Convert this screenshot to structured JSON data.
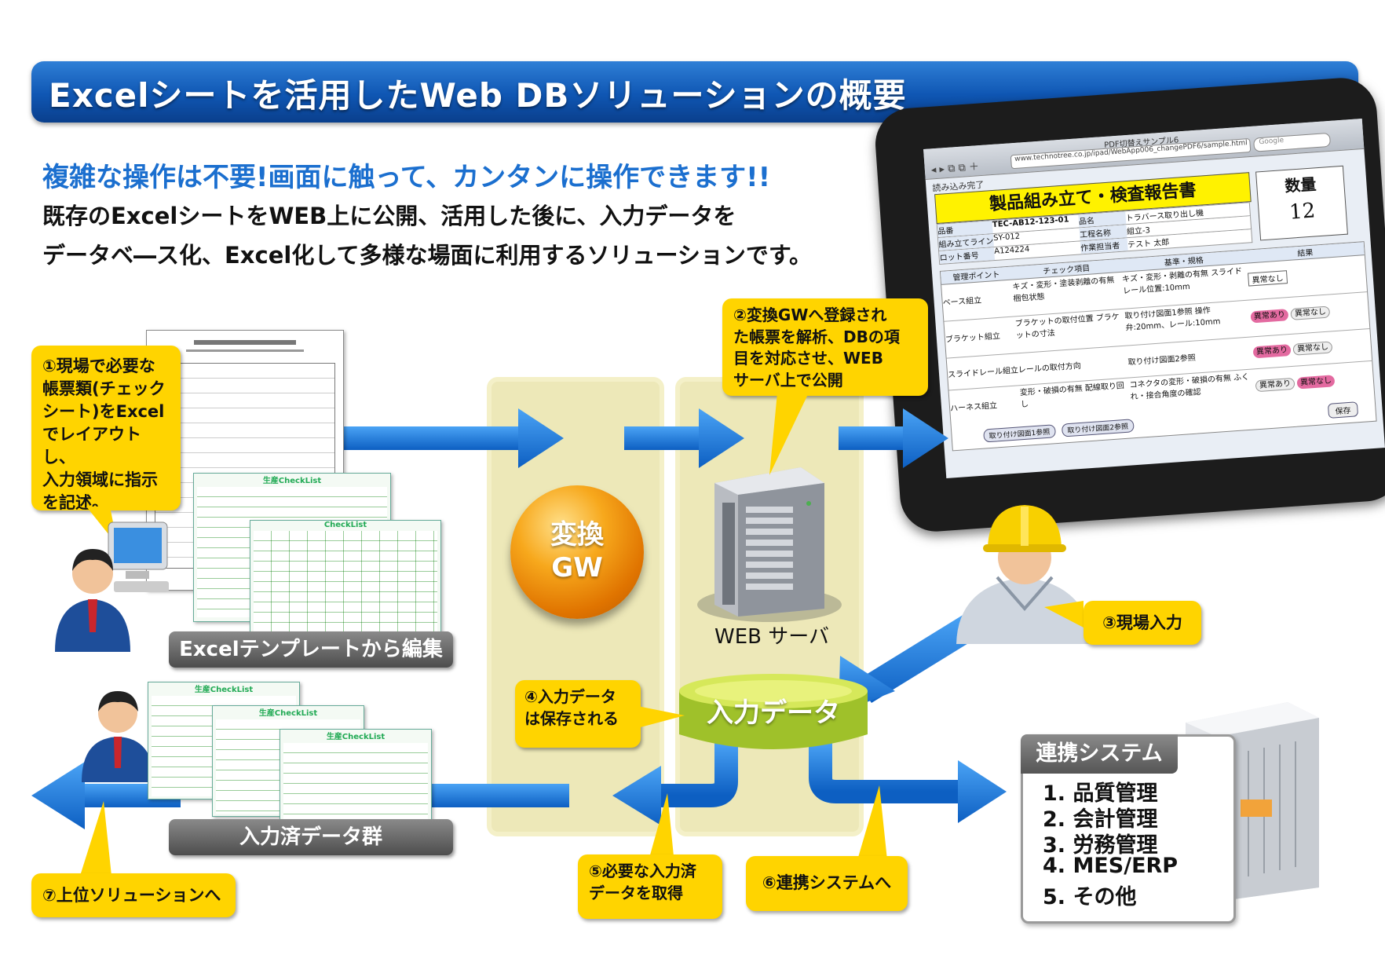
{
  "title": "Excelシートを活用したWeb DBソリューションの概要",
  "headline": "複雑な操作は不要!画面に触って、カンタンに操作できます!!",
  "description": {
    "line1": "既存のExcelシートをWEB上に公開、活用した後に、入力データを",
    "line2": "データベ―ス化、Excel化して多様な場面に利用するソリューションです。"
  },
  "callouts": {
    "step1": [
      "①現場で必要な",
      "帳票類(チェック",
      "シート)をExcel",
      "でレイアウトし、",
      "入力領域に指示",
      "を記述。"
    ],
    "step2": [
      "②変換GWへ登録され",
      "た帳票を解析、DBの項",
      "目を対応させ、WEB",
      "サーバ上で公開"
    ],
    "step3": "③現場入力",
    "step4": [
      "④入力データ",
      "は保存される"
    ],
    "step5": [
      "⑤必要な入力済",
      "データを取得"
    ],
    "step6": "⑥連携システムへ",
    "step7": "⑦上位ソリューションへ"
  },
  "labels": {
    "excel_template": "Excelテンプレートから編集",
    "input_done": "入力済データ群",
    "gw": [
      "変換",
      "GW"
    ],
    "web_server": "WEB サーバ",
    "input_data": "入力データ"
  },
  "linked_system": {
    "title": "連携システム",
    "items": [
      "1. 品質管理",
      "2. 会計管理",
      "3. 労務管理",
      "4. MES/ERP",
      "5. その他"
    ]
  },
  "tablet_screen": {
    "page_title": "PDF切替えサンプル6",
    "url": "www.technotree.co.jp/ipad/WebApp006_changePDF6/sample.html",
    "search": "Google",
    "loaded": "読み込み完了",
    "report_title": "製品組み立て・検査報告書",
    "qty_label": "数量",
    "qty_value": "12",
    "fields": [
      {
        "label": "品番",
        "value": "TEC-AB12-123-01",
        "label2": "品名",
        "value2": "トラバース取り出し機"
      },
      {
        "label": "組み立てライン",
        "value": "SY-012",
        "label2": "工程名称",
        "value2": "組立-3"
      },
      {
        "label": "ロット番号",
        "value": "A124224",
        "label2": "作業担当者",
        "value2": "テスト 太郎"
      }
    ],
    "table_headers": [
      "管理ポイント",
      "チェック項目",
      "基準・規格",
      "結果"
    ],
    "rows": [
      {
        "point": "ベース組立",
        "check": "キズ・変形・塗装剥離の有無 梱包状態",
        "std": "キズ・変形・剥離の有無 スライドレール位置:10mm",
        "result": "異常なし"
      },
      {
        "point": "ブラケット組立",
        "check": "ブラケットの取付位置 ブラケットの寸法",
        "std": "取り付け図面1参照 操作弁:20mm、レール:10mm",
        "result": ""
      },
      {
        "point": "スライドレール組立",
        "check": "レールの取付方向",
        "std": "取り付け図面2参照",
        "result": ""
      },
      {
        "point": "ハーネス組立",
        "check": "変形・破損の有無 配線取り回し",
        "std": "コネクタの変形・破損の有無 ふくれ・接合角度の確認",
        "result": ""
      }
    ],
    "btn_abnormal": "異常あり",
    "btn_normal": "異常なし",
    "btn_ref1": "取り付け図面1参照",
    "btn_ref2": "取り付け図面2参照",
    "btn_save": "保存"
  },
  "sheets": {
    "checklist_title": "生産CheckList",
    "checklist_title2": "CheckList"
  },
  "colors": {
    "title_blue": "#0f56b3",
    "headline_blue": "#1b6fcf",
    "callout_yellow": "#ffd400",
    "arrow_blue": "#1a73d6",
    "gw_orange": "#f08a00",
    "db_green": "#b8d23a"
  }
}
